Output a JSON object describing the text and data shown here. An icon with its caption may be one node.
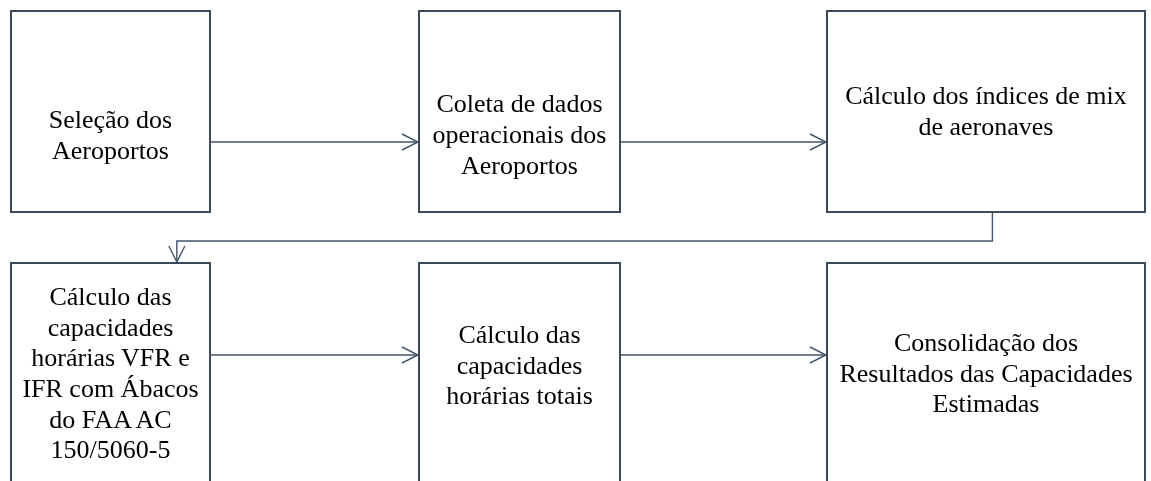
{
  "diagram": {
    "nodes": [
      {
        "text": [
          "Seleção dos Aeroportos"
        ]
      },
      {
        "text": [
          "Coleta de dados operacionais dos Aeroportos"
        ]
      },
      {
        "text": [
          "Cálculo dos índices de mix de aeronaves"
        ]
      },
      {
        "text": [
          "Cálculo das capacidades horárias VFR e IFR com Ábacos do FAA AC 150/5060-5"
        ]
      },
      {
        "text": [
          "Cálculo das capacidades horárias totais"
        ]
      },
      {
        "text": [
          "Consolidação dos Resultados das Capacidades Estimadas"
        ]
      }
    ],
    "edges": [
      {
        "from": 0,
        "to": 1,
        "arrow": "to"
      },
      {
        "from": 1,
        "to": 2,
        "arrow": "to"
      },
      {
        "from": 2,
        "to": 3,
        "arrow": "to"
      },
      {
        "from": 3,
        "to": 4,
        "arrow": "to"
      },
      {
        "from": 4,
        "to": 5,
        "arrow": "to"
      }
    ]
  }
}
